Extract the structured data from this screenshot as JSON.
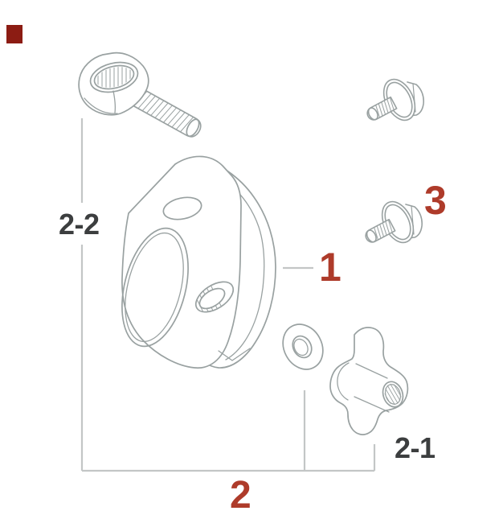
{
  "page": {
    "background": "#ffffff",
    "type": "exploded-parts-diagram"
  },
  "colors": {
    "callout_red": "#ae3b2a",
    "label_dark": "#3c3e3f",
    "part_line_gray": "#99a1a1",
    "bracket_line_gray": "#c3c6c6",
    "marker_red": "#8c1c13"
  },
  "callouts": {
    "body": {
      "label": "1"
    },
    "assembly": {
      "label": "2"
    },
    "bolt": {
      "label": "3"
    },
    "knob": {
      "label": "2-1"
    },
    "eyebolt": {
      "label": "2-2"
    }
  },
  "parts": [
    {
      "name": "eye-bolt",
      "callout": "2-2"
    },
    {
      "name": "clamp-body",
      "callout": "1"
    },
    {
      "name": "flange-bolt-upper",
      "callout": "3"
    },
    {
      "name": "flange-bolt-lower",
      "callout": "3"
    },
    {
      "name": "flat-washer",
      "callout": "2"
    },
    {
      "name": "wing-knob",
      "callout": "2-1"
    }
  ]
}
